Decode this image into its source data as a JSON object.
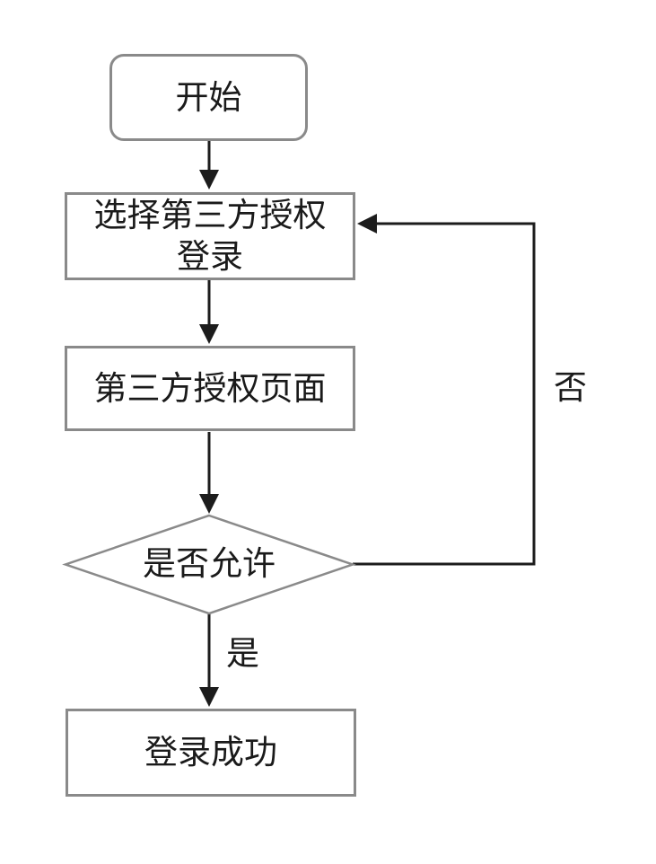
{
  "flowchart": {
    "colors": {
      "background": "#ffffff",
      "node_border": "#8a8a8a",
      "arrow": "#1c1c1c",
      "text": "#1a1a1a"
    },
    "nodes": {
      "start": {
        "type": "terminator",
        "label": "开始"
      },
      "choose_login": {
        "type": "process",
        "label": "选择第三方授权登录"
      },
      "auth_page": {
        "type": "process",
        "label": "第三方授权页面"
      },
      "allow_decision": {
        "type": "decision",
        "label": "是否允许"
      },
      "login_success": {
        "type": "process",
        "label": "登录成功"
      }
    },
    "edges": [
      {
        "from": "start",
        "to": "choose_login",
        "label": ""
      },
      {
        "from": "choose_login",
        "to": "auth_page",
        "label": ""
      },
      {
        "from": "auth_page",
        "to": "allow_decision",
        "label": ""
      },
      {
        "from": "allow_decision",
        "to": "login_success",
        "label": "是"
      },
      {
        "from": "allow_decision",
        "to": "choose_login",
        "label": "否"
      }
    ]
  }
}
